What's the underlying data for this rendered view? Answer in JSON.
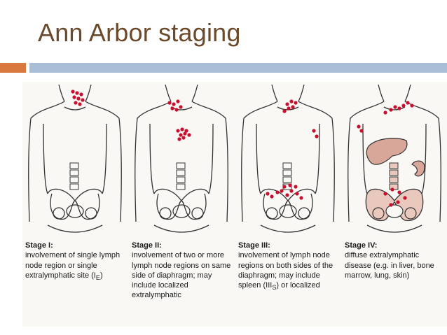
{
  "title": "Ann Arbor staging",
  "colors": {
    "title": "#6b4a2c",
    "accent_bar": "#d9783f",
    "main_bar": "#a9bdd6",
    "node_red": "#c8102e",
    "organ_fill": "#d9a79a"
  },
  "stages": [
    {
      "heading": "Stage I:",
      "description": "involvement of single lymph node region or single extralymphatic site (I",
      "subscript": "E",
      "suffix": ")"
    },
    {
      "heading": "Stage II:",
      "description": "involvement of two or more lymph node regions on same side of diaphragm; may include localized extralymphatic"
    },
    {
      "heading": "Stage III:",
      "description": "involvement of lymph node regions on both sides of the diaphragm; may include spleen (III",
      "subscript": "S",
      "suffix": ") or localized"
    },
    {
      "heading": "Stage IV:",
      "description": "diffuse extralymphatic disease (e.g. in liver, bone marrow, lung, skin)"
    }
  ]
}
